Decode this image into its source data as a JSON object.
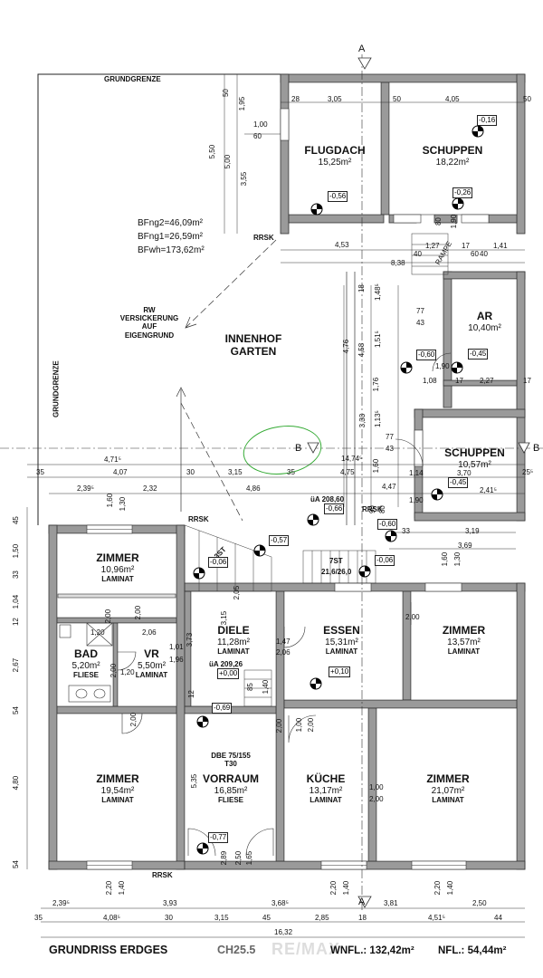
{
  "drawing": {
    "title": "GRUNDRISS ERDGES",
    "title_overlay": "CH25.5",
    "watermark": "RE/MAX",
    "wnfl": "WNFL.: 132,42m²",
    "nfl": "NFL.: 54,44m²"
  },
  "boundary": {
    "top": "GRUNDGRENZE",
    "left": "GRUNDGRENZE"
  },
  "section_marks": {
    "a_top": "A",
    "a_bottom": "A",
    "b_left": "B",
    "b_right": "B"
  },
  "notes": {
    "bf1": "BFng2=46,09m²",
    "bf2": "BFng1=26,59m²",
    "bf3": "BFwh=173,62m²",
    "rw": [
      "RW",
      "VERSICKERUNG",
      "AUF",
      "EIGENGRUND"
    ],
    "rrsk": "RRSK",
    "door_vorraum": [
      "DBE 75/155",
      "T30"
    ],
    "ramp": "RAMPE",
    "stairs1": "3ST",
    "stairs2": "7ST",
    "stairs3": "21,6/26,0",
    "ua_1": "üA 208,60",
    "ua_2": "üA 209,26"
  },
  "rooms": [
    {
      "name": "FLUGDACH",
      "area": "15,25m²"
    },
    {
      "name": "SCHUPPEN",
      "area": "18,22m²"
    },
    {
      "name": "AR",
      "area": "10,40m²"
    },
    {
      "name": "INNENHOF",
      "area": "GARTEN"
    },
    {
      "name": "SCHUPPEN",
      "area": "10,57m²"
    },
    {
      "name": "ZIMMER",
      "area": "10,96m²",
      "floor": "LAMINAT"
    },
    {
      "name": "DIELE",
      "area": "11,28m²",
      "floor": "LAMINAT"
    },
    {
      "name": "ESSEN",
      "area": "15,31m²",
      "floor": "LAMINAT"
    },
    {
      "name": "ZIMMER",
      "area": "13,57m²",
      "floor": "LAMINAT"
    },
    {
      "name": "BAD",
      "area": "5,20m²",
      "floor": "FLIESE"
    },
    {
      "name": "VR",
      "area": "5,50m²",
      "floor": "LAMINAT"
    },
    {
      "name": "ZIMMER",
      "area": "19,54m²",
      "floor": "LAMINAT"
    },
    {
      "name": "VORRAUM",
      "area": "16,85m²",
      "floor": "FLIESE"
    },
    {
      "name": "KÜCHE",
      "area": "13,17m²",
      "floor": "LAMINAT"
    },
    {
      "name": "ZIMMER",
      "area": "21,07m²",
      "floor": "LAMINAT"
    }
  ],
  "levels": [
    "-0,16",
    "-0,56",
    "-0,26",
    "-0,60",
    "-0,45",
    "-0,66",
    "-0,45",
    "-0,60",
    "-0,57",
    "-0,06",
    "-0,06",
    "+0,00",
    "+0,10",
    "-0,69",
    "-0,77"
  ],
  "dims_top": [
    "50",
    "3,05",
    "4,05",
    "50",
    "28",
    "1,00",
    "60",
    "5,50",
    "5,00",
    "3,55",
    "50",
    "1,95",
    "4,53",
    "8,38",
    "1,27",
    "17",
    "60",
    "1,41",
    "40",
    "40",
    "80",
    "1,90"
  ],
  "dims_mid": [
    "4,71⁵",
    "35",
    "4,07",
    "30",
    "3,15",
    "35",
    "4,75",
    "14,74⁵",
    "2,39⁵",
    "2,32",
    "4,86",
    "3,70",
    "2,41⁵",
    "25⁵",
    "4,47",
    "1,90",
    "3,19",
    "3,69",
    "33",
    "90",
    "80",
    "4,76",
    "4,58",
    "1,48⁵",
    "1,51⁵",
    "1,76",
    "1,13⁵",
    "1,60",
    "3,33",
    "18",
    "77",
    "43",
    "1,08",
    "17",
    "2,27",
    "17",
    "1,90",
    "77",
    "43",
    "1,60",
    "1,30",
    "1,60",
    "1,30",
    "1,14"
  ],
  "dims_left": [
    "45",
    "1,50",
    "33",
    "1,04",
    "12",
    "2,67",
    "54",
    "4,80",
    "54"
  ],
  "dims_rooms": [
    "2,00",
    "1,20",
    "2,06",
    "2,00",
    "1,20",
    "2,00",
    "1,01",
    "1,96",
    "3,73",
    "2,05",
    "3,15",
    "1,47",
    "2,06",
    "2,00",
    "12",
    "85",
    "1,40",
    "5,35",
    "1,00",
    "2,00",
    "1,00",
    "2,00",
    "2,89",
    "2,50",
    "1,65",
    "2,00",
    "2,00"
  ],
  "dims_bottom": [
    "2,20",
    "1,40",
    "2,39⁵",
    "3,93",
    "3,68⁵",
    "2,20",
    "1,40",
    "3,81",
    "2,20",
    "1,40",
    "2,50",
    "35",
    "4,08⁵",
    "30",
    "3,15",
    "45",
    "2,85",
    "18",
    "4,51⁵",
    "44",
    "16,32"
  ]
}
